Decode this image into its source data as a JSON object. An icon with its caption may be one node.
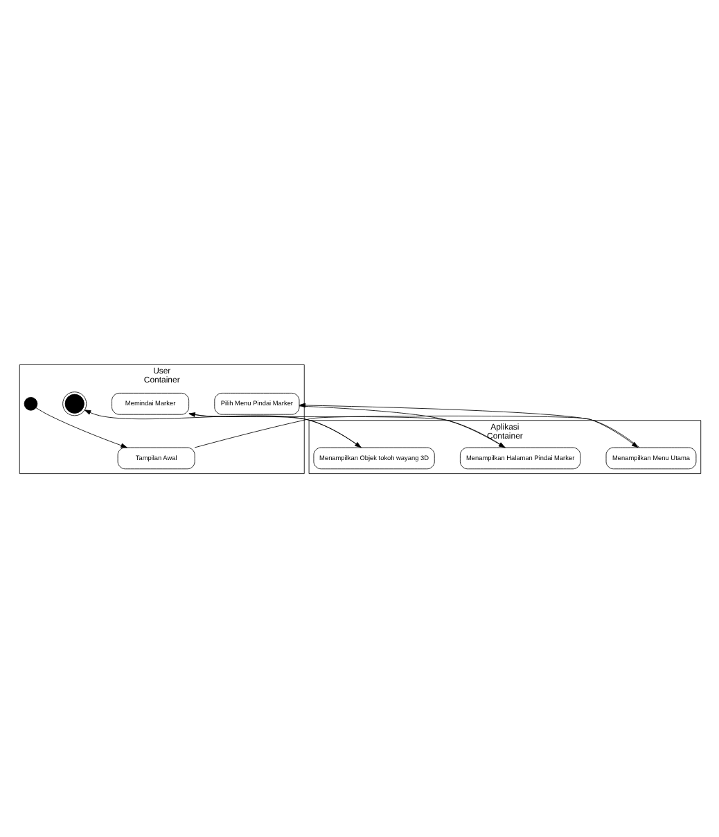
{
  "diagram": {
    "nodes": [
      {
        "text": [
          "User",
          "Container"
        ]
      },
      {
        "text": [
          "Aplikasi",
          "Container"
        ]
      },
      {
        "text": [],
        "shape": "circle",
        "in": 0
      },
      {
        "text": [
          "Tampilan Awal"
        ],
        "in": 0
      },
      {
        "text": [
          "Menampilkan Menu Utama"
        ],
        "in": 1
      },
      {
        "text": [
          "Pilih Menu Pindai Marker"
        ],
        "in": 0
      },
      {
        "text": [
          "Menampilkan Halaman Pindai Marker"
        ],
        "in": 1
      },
      {
        "text": [
          "Memindai Marker"
        ],
        "in": 0
      },
      {
        "text": [
          "Menampilkan Objek tokoh wayang 3D"
        ],
        "in": 1
      },
      {
        "text": [],
        "shape": "circle",
        "in": 0
      }
    ],
    "edges": [
      {
        "from": 2,
        "to": 3,
        "arrow": "to"
      },
      {
        "from": 3,
        "to": 4,
        "arrow": "to"
      },
      {
        "from": 4,
        "to": 5,
        "arrow": "to"
      },
      {
        "from": 5,
        "to": 6,
        "arrow": "to"
      },
      {
        "from": 6,
        "to": 7,
        "arrow": "to"
      },
      {
        "from": 7,
        "to": 8,
        "arrow": "to"
      },
      {
        "from": 8,
        "to": 9,
        "arrow": "to"
      }
    ]
  }
}
